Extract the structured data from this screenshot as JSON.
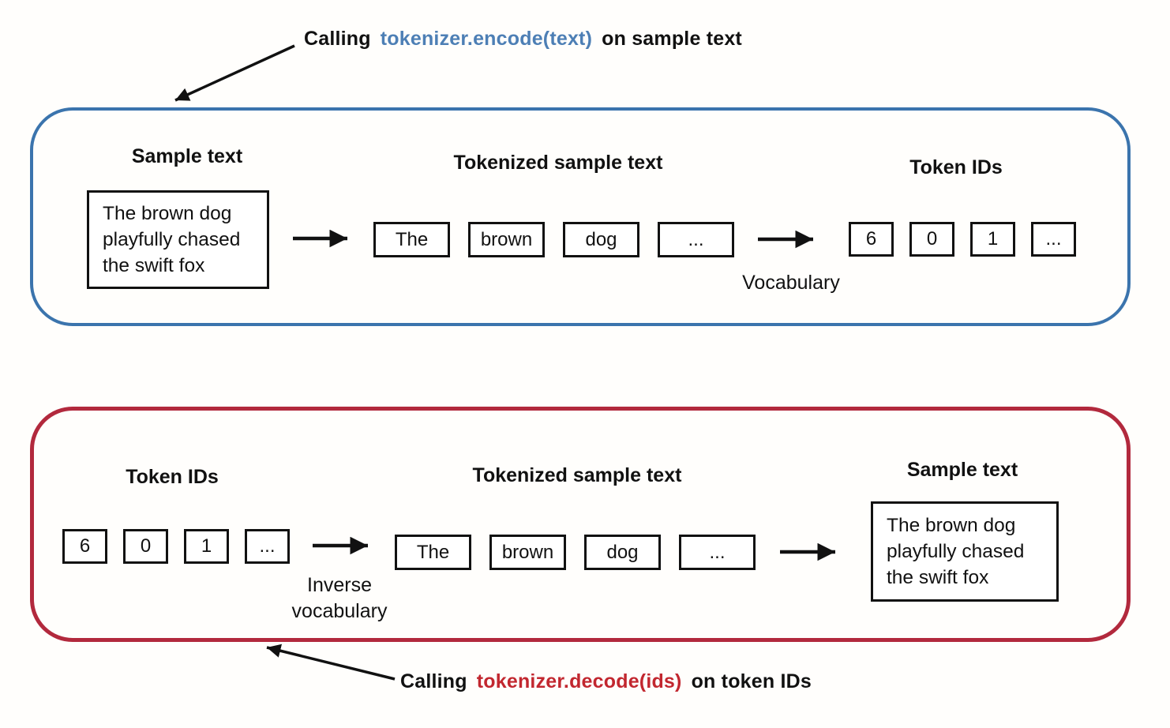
{
  "colors": {
    "panel-blue": "#3b74ad",
    "panel-red": "#b2293d",
    "code-blue": "#4d7fb5",
    "code-red": "#c2272f",
    "ink": "#111111"
  },
  "encode_caption": {
    "prefix": "Calling",
    "code": "tokenizer.encode(text)",
    "suffix": "on sample text"
  },
  "decode_caption": {
    "prefix": "Calling",
    "code": "tokenizer.decode(ids)",
    "suffix": "on token IDs"
  },
  "encode": {
    "sample_label": "Sample text",
    "sample_text": "The brown dog playfully chased the swift fox",
    "tokenized_label": "Tokenized sample text",
    "tokens": [
      "The",
      "brown",
      "dog",
      "..."
    ],
    "arrow_label": "Vocabulary",
    "ids_label": "Token IDs",
    "ids": [
      "6",
      "0",
      "1",
      "..."
    ]
  },
  "decode": {
    "ids_label": "Token IDs",
    "ids": [
      "6",
      "0",
      "1",
      "..."
    ],
    "arrow_label": "Inverse vocabulary",
    "tokenized_label": "Tokenized sample text",
    "tokens": [
      "The",
      "brown",
      "dog",
      "..."
    ],
    "sample_label": "Sample text",
    "sample_text": "The brown dog playfully chased the swift fox"
  }
}
